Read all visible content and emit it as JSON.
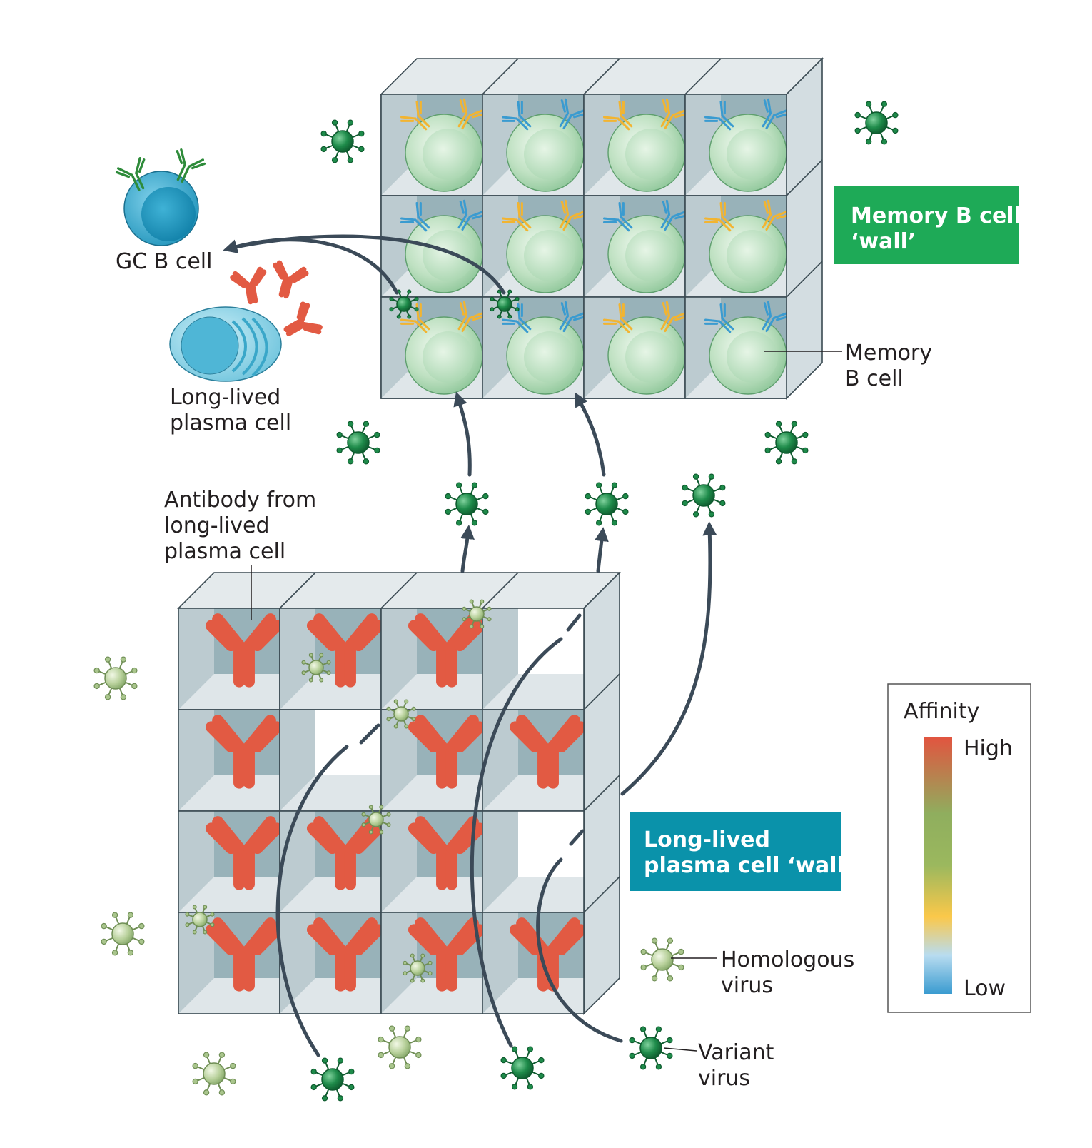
{
  "labels": {
    "gc_b_cell": "GC B cell",
    "plasma_line1": "Long-lived",
    "plasma_line2": "plasma cell",
    "antibody_line1": "Antibody from",
    "antibody_line2": "long-lived",
    "antibody_line3": "plasma cell",
    "memory_line1": "Memory",
    "memory_line2": "B cell",
    "homologous_line1": "Homologous",
    "homologous_line2": "virus",
    "variant_line1": "Variant",
    "variant_line2": "virus"
  },
  "boxes": {
    "memory_wall_line1": "Memory B cell",
    "memory_wall_line2": "‘wall’",
    "plasma_wall_line1": "Long-lived",
    "plasma_wall_line2": "plasma cell ‘wall’"
  },
  "legend": {
    "title": "Affinity",
    "high": "High",
    "low": "Low"
  },
  "colors": {
    "memory_box": "#1eaa57",
    "plasma_box": "#0a92aa",
    "antibody": "#e25a43",
    "receptor_high": "#f2b431",
    "receptor_low": "#3a9bd0",
    "variant_virus": "#1e8b4a",
    "homologous_virus": "#a9c58c",
    "gc_cell": "#2aa2c8"
  },
  "memory_wall": {
    "rows": [
      [
        "high",
        "low",
        "high",
        "low"
      ],
      [
        "low",
        "high",
        "low",
        "high"
      ],
      [
        "high",
        "low",
        "high",
        "low"
      ]
    ]
  },
  "plasma_wall": {
    "rows": [
      [
        true,
        true,
        true,
        false
      ],
      [
        true,
        false,
        true,
        true
      ],
      [
        true,
        true,
        true,
        false
      ],
      [
        true,
        true,
        true,
        true
      ]
    ]
  }
}
